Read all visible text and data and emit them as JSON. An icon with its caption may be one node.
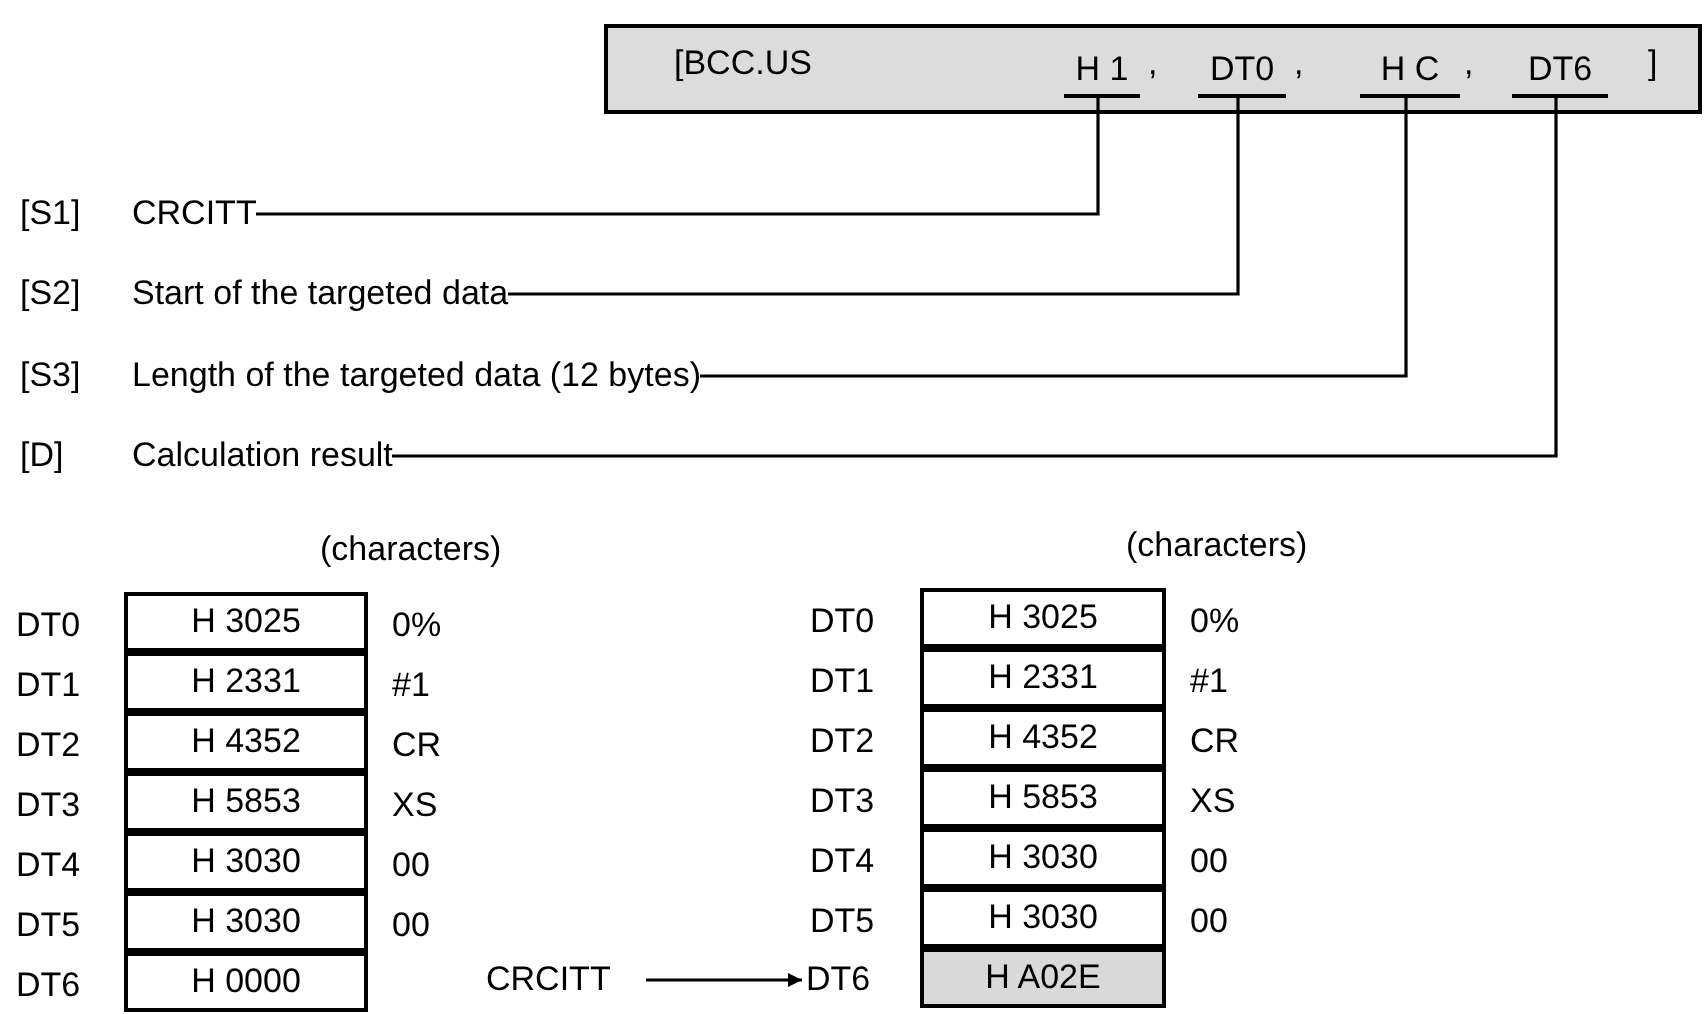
{
  "diagram": {
    "nodes": [
      {
        "text": [
          "[BCC.US",
          ",",
          ",",
          ",",
          "]"
        ]
      },
      {
        "text": [
          "H 1"
        ],
        "in": 0
      },
      {
        "text": [
          "DT0"
        ],
        "in": 0
      },
      {
        "text": [
          "H C"
        ],
        "in": 0
      },
      {
        "text": [
          "DT6"
        ],
        "in": 0
      },
      {
        "text": [
          "[S1]",
          "CRCITT"
        ]
      },
      {
        "text": [
          "[S2]",
          "Start of the targeted data"
        ]
      },
      {
        "text": [
          "[S3]",
          "Length of the targeted data (12 bytes)"
        ]
      },
      {
        "text": [
          "[D]",
          "Calculation result"
        ]
      },
      {
        "text": [
          "H 3025"
        ],
        "beside": [
          "DT0",
          "0%"
        ]
      },
      {
        "text": [
          "H 2331"
        ],
        "beside": [
          "DT1",
          "#1"
        ]
      },
      {
        "text": [
          "H 4352"
        ],
        "beside": [
          "DT2",
          "CR"
        ]
      },
      {
        "text": [
          "H 5853"
        ],
        "beside": [
          "DT3",
          "XS"
        ]
      },
      {
        "text": [
          "H 3030"
        ],
        "beside": [
          "DT4",
          "00"
        ]
      },
      {
        "text": [
          "H 3030"
        ],
        "beside": [
          "DT5",
          "00"
        ]
      },
      {
        "text": [
          "H 0000"
        ],
        "beside": [
          "DT6"
        ]
      },
      {
        "text": [
          "CRCITT"
        ]
      },
      {
        "text": [
          "H 3025"
        ],
        "beside": [
          "DT0",
          "0%"
        ]
      },
      {
        "text": [
          "H 2331"
        ],
        "beside": [
          "DT1",
          "#1"
        ]
      },
      {
        "text": [
          "H 4352"
        ],
        "beside": [
          "DT2",
          "CR"
        ]
      },
      {
        "text": [
          "H 5853"
        ],
        "beside": [
          "DT3",
          "XS"
        ]
      },
      {
        "text": [
          "H 3030"
        ],
        "beside": [
          "DT4",
          "00"
        ]
      },
      {
        "text": [
          "H 3030"
        ],
        "beside": [
          "DT5",
          "00"
        ]
      },
      {
        "text": [
          "DT6"
        ]
      },
      {
        "text": [
          "H A02E"
        ]
      }
    ],
    "edges": [
      {
        "from": 1,
        "to": 5,
        "arrow": "none"
      },
      {
        "from": 2,
        "to": 6,
        "arrow": "none"
      },
      {
        "from": 3,
        "to": 7,
        "arrow": "none"
      },
      {
        "from": 4,
        "to": 8,
        "arrow": "none"
      },
      {
        "from": 16,
        "to": 23,
        "arrow": "to"
      }
    ],
    "labels": [
      "(characters)",
      "(characters)"
    ]
  }
}
